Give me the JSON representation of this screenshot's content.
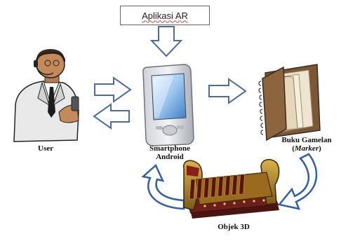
{
  "app_box": {
    "label": "Aplikasi AR"
  },
  "nodes": {
    "user": {
      "label": "User"
    },
    "smartphone": {
      "line1": "Smartphone",
      "line2": "Android"
    },
    "book": {
      "line1": "Buku Gamelan",
      "line2_open": "(",
      "line2_em": "Marker",
      "line2_close": ")"
    },
    "object3d": {
      "label": "Objek 3D"
    }
  },
  "icons": [
    "user-figure-icon",
    "smartphone-icon",
    "book-marker-icon",
    "gamelan-3d-object-icon"
  ],
  "colors": {
    "arrow_stroke": "#4a6aa8",
    "arrow_fill": "#ffffff",
    "curved_arrow": "#2f5fa8"
  }
}
